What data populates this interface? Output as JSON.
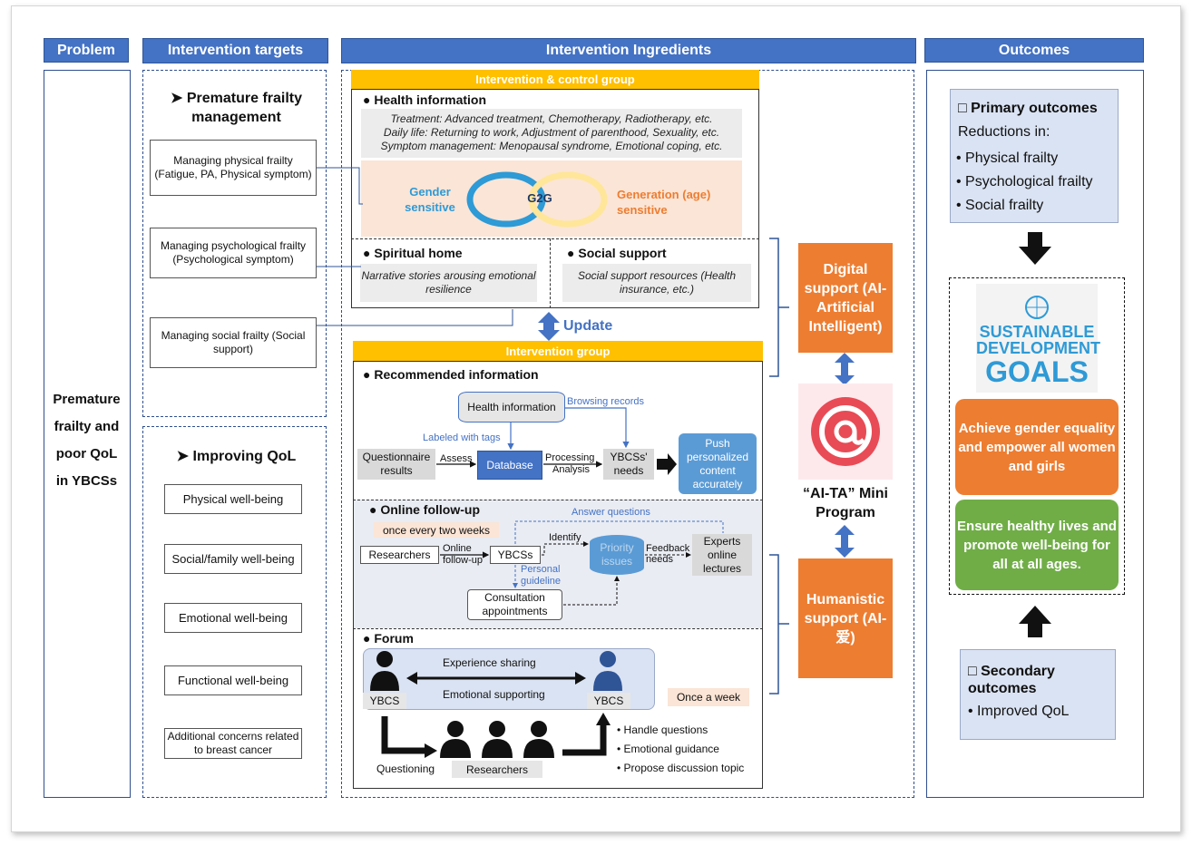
{
  "headers": {
    "problem": "Problem",
    "targets": "Intervention targets",
    "ingredients": "Intervention Ingredients",
    "outcomes": "Outcomes"
  },
  "problem": {
    "line1": "Premature",
    "line2": "frailty and",
    "line3": "poor QoL",
    "line4": "in YBCSs"
  },
  "targets": {
    "frailty_title": "Premature frailty management",
    "frailty_items": [
      "Managing physical frailty (Fatigue, PA, Physical symptom)",
      "Managing psychological frailty (Psychological symptom)",
      "Managing social frailty (Social support)"
    ],
    "qol_title": "Improving QoL",
    "qol_items": [
      "Physical well-being",
      "Social/family well-being",
      "Emotional well-being",
      "Functional well-being",
      "Additional concerns related to breast cancer"
    ]
  },
  "control_group": {
    "bar": "Intervention & control group",
    "health_title": "Health information",
    "health_lines": [
      "Treatment: Advanced treatment, Chemotherapy, Radiotherapy, etc.",
      "Daily life: Returning to work, Adjustment of parenthood, Sexuality, etc.",
      "Symptom management: Menopausal syndrome, Emotional coping, etc."
    ],
    "gender": "Gender sensitive",
    "g2g": "G2G",
    "generation": "Generation (age) sensitive",
    "spiritual_title": "Spiritual home",
    "spiritual_text": "Narrative stories arousing emotional resilience",
    "social_title": "Social support",
    "social_text": "Social support resources (Health insurance, etc.)"
  },
  "update_label": "Update",
  "intervention_group": {
    "bar": "Intervention group",
    "recommended_title": "Recommended information",
    "health_info_db": "Health information",
    "browsing_records": "Browsing records",
    "labeled_tags": "Labeled with tags",
    "questionnaire": "Questionnaire results",
    "assess": "Assess",
    "database": "Database",
    "processing": "Processing",
    "analysis": "Analysis",
    "needs": "YBCSs' needs",
    "push": "Push personalized content accurately",
    "followup_title": "Online follow-up",
    "once_two_weeks": "once every two weeks",
    "answer_questions": "Answer questions",
    "researchers": "Researchers",
    "online_followup": "Online follow-up",
    "ybcss": "YBCSs",
    "identify": "Identify",
    "priority": "Priority issues",
    "feedback": "Feedback needs",
    "experts": "Experts online lectures",
    "personal_guideline": "Personal guideline",
    "consultation": "Consultation appointments",
    "forum_title": "Forum",
    "experience_sharing": "Experience sharing",
    "emotional_supporting": "Emotional supporting",
    "ybcs_left": "YBCS",
    "ybcs_right": "YBCS",
    "once_week": "Once a week",
    "questioning": "Questioning",
    "researchers2": "Researchers",
    "handle_questions": "Handle questions",
    "emotional_guidance": "Emotional guidance",
    "propose_topic": "Propose discussion topic"
  },
  "digital_support": "Digital support (AI-Artificial Intelligent)",
  "program": "“AI-TA” Mini Program",
  "humanistic_support": "Humanistic support (AI-爱)",
  "outcomes": {
    "primary_title": "Primary outcomes",
    "reductions": "Reductions in:",
    "primary_items": [
      "Physical frailty",
      "Psychological frailty",
      "Social frailty"
    ],
    "sdg_line1": "SUSTAINABLE",
    "sdg_line2": "DEVELOPMENT",
    "sdg_line3": "GOALS",
    "goal_gender": "Achieve gender equality and empower all women and girls",
    "goal_health": "Ensure healthy lives and promote well-being for all at all ages.",
    "secondary_title": "Secondary outcomes",
    "secondary_items": [
      "Improved QoL"
    ]
  },
  "colors": {
    "header_blue": "#4472c4",
    "yellow": "#ffc000",
    "orange": "#ed7d31",
    "green": "#70ad47",
    "lavender": "#dae3f3"
  }
}
